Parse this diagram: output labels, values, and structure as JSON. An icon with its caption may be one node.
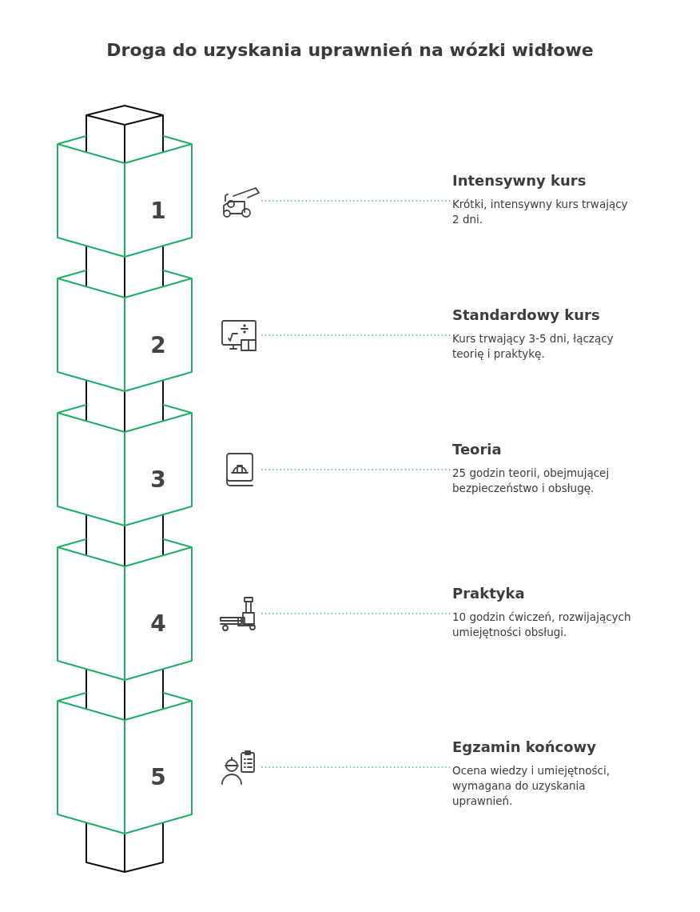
{
  "diagram": {
    "title": "Droga do uzyskania uprawnień na wózki widłowe",
    "nodes": [
      {
        "text": [
          "1"
        ]
      },
      {
        "text": [],
        "shape": "picture"
      },
      {
        "text": [
          "Intensywny kurs",
          "Krótki, intensywny kurs trwający 2 dni."
        ]
      },
      {
        "text": [
          "2"
        ]
      },
      {
        "text": [],
        "shape": "picture"
      },
      {
        "text": [
          "Standardowy kurs",
          "Kurs trwający 3-5 dni, łączący teorię i praktykę."
        ]
      },
      {
        "text": [
          "3"
        ]
      },
      {
        "text": [],
        "shape": "picture"
      },
      {
        "text": [
          "Teoria",
          "25 godzin teorii, obejmującej bezpieczeństwo i obsługę."
        ]
      },
      {
        "text": [
          "4"
        ]
      },
      {
        "text": [],
        "shape": "picture"
      },
      {
        "text": [
          "Praktyka",
          "10 godzin ćwiczeń, rozwijających umiejętności obsługi."
        ]
      },
      {
        "text": [
          "5"
        ]
      },
      {
        "text": [],
        "shape": "picture"
      },
      {
        "text": [
          "Egzamin końcowy",
          "Ocena wiedzy i umiejętności, wymagana do uzyskania uprawnień."
        ]
      }
    ],
    "edges": [
      {
        "from": 1,
        "to": 2,
        "arrow": "none",
        "style": "dashed"
      },
      {
        "from": 4,
        "to": 5,
        "arrow": "none",
        "style": "dashed"
      },
      {
        "from": 7,
        "to": 8,
        "arrow": "none",
        "style": "dashed"
      },
      {
        "from": 10,
        "to": 11,
        "arrow": "none",
        "style": "dashed"
      },
      {
        "from": 13,
        "to": 14,
        "arrow": "none",
        "style": "dashed"
      }
    ]
  }
}
